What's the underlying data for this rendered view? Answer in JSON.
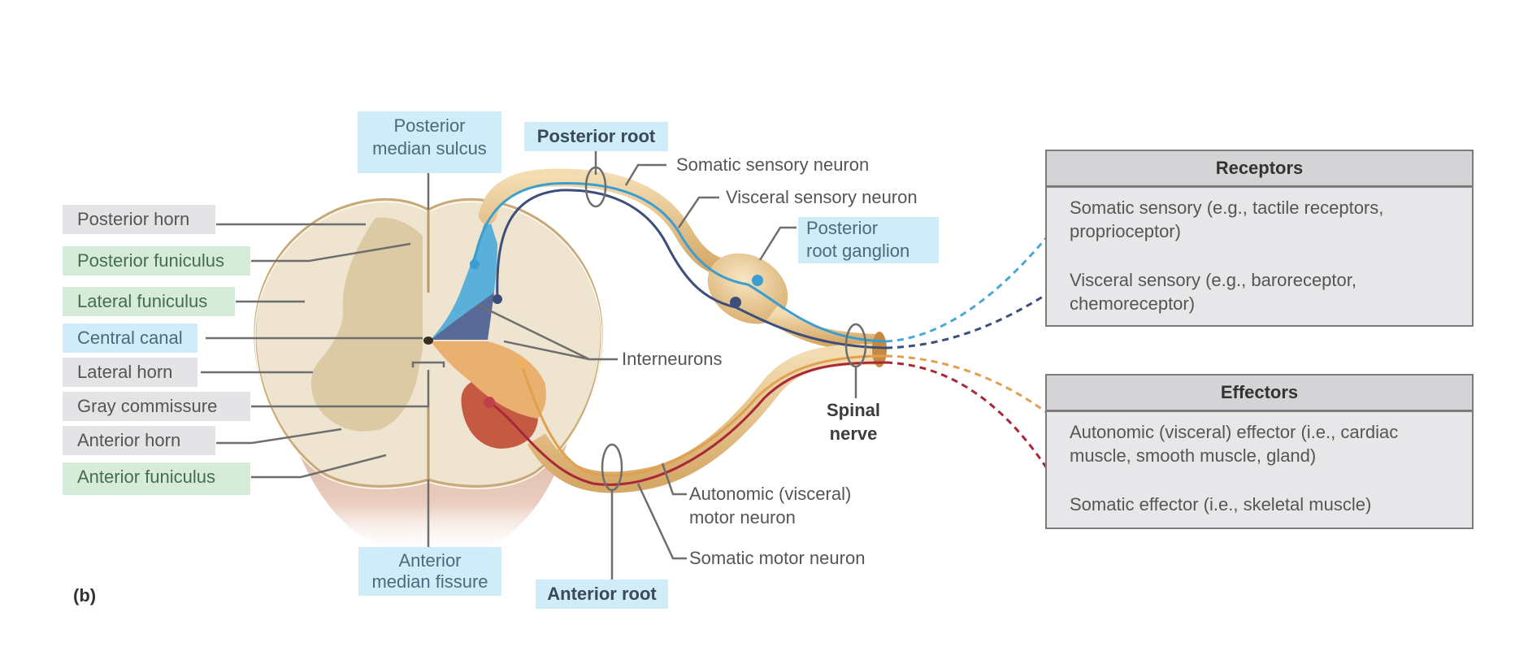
{
  "figure_label": "(b)",
  "colors": {
    "somatic_sensory": "#3a9fd0",
    "visceral_sensory": "#3b4f7a",
    "autonomic_motor": "#e0a050",
    "somatic_motor": "#a8283a",
    "label_gray_bg": "#e4e4e6",
    "label_green_bg": "#d6ecd9",
    "label_blue_bg": "#d0ecf8"
  },
  "left_labels": [
    {
      "text": "Posterior horn",
      "style": "gray"
    },
    {
      "text": "Posterior funiculus",
      "style": "green"
    },
    {
      "text": "Lateral funiculus",
      "style": "green"
    },
    {
      "text": "Central canal",
      "style": "blue"
    },
    {
      "text": "Lateral horn",
      "style": "gray"
    },
    {
      "text": "Gray commissure",
      "style": "gray"
    },
    {
      "text": "Anterior horn",
      "style": "gray"
    },
    {
      "text": "Anterior funiculus",
      "style": "green"
    }
  ],
  "top_labels": {
    "posterior_median_sulcus": "Posterior\nmedian sulcus",
    "posterior_median_sulcus_l1": "Posterior",
    "posterior_median_sulcus_l2": "median sulcus",
    "posterior_root": "Posterior root"
  },
  "bottom_labels": {
    "anterior_median_fissure_l1": "Anterior",
    "anterior_median_fissure_l2": "median fissure",
    "anterior_root": "Anterior root"
  },
  "neuron_labels": {
    "somatic_sensory_neuron": "Somatic sensory neuron",
    "visceral_sensory_neuron": "Visceral sensory neuron",
    "posterior_root_ganglion_l1": "Posterior",
    "posterior_root_ganglion_l2": "root ganglion",
    "interneurons": "Interneurons",
    "spinal_nerve_l1": "Spinal",
    "spinal_nerve_l2": "nerve",
    "autonomic_motor_neuron_l1": "Autonomic (visceral)",
    "autonomic_motor_neuron_l2": "motor neuron",
    "somatic_motor_neuron": "Somatic motor neuron"
  },
  "receptors": {
    "title": "Receptors",
    "items": [
      "Somatic sensory (e.g., tactile receptors, proprioceptor)",
      "Visceral sensory (e.g., baroreceptor, chemoreceptor)"
    ]
  },
  "effectors": {
    "title": "Effectors",
    "items": [
      "Autonomic (visceral) effector (i.e., cardiac muscle, smooth muscle, gland)",
      "Somatic effector (i.e., skeletal muscle)"
    ]
  }
}
